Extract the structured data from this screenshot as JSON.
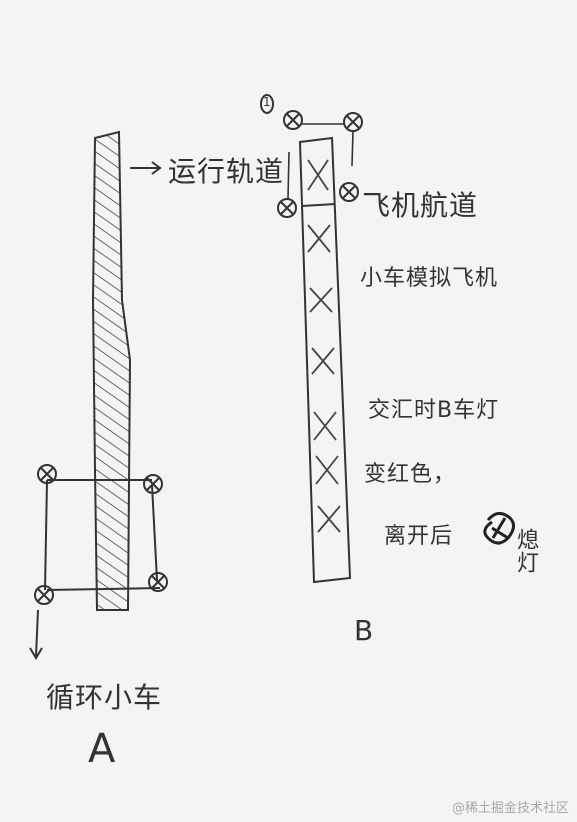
{
  "labels": {
    "track": "运行轨道",
    "flight_path": "飞机航道",
    "small_car_plane": "小车模拟飞机",
    "intersect_rule_1": "交汇时B车灯",
    "intersect_rule_2": "变红色，",
    "intersect_rule_3": "离开后",
    "intersect_rule_4": "熄灯",
    "loop_car": "循环小车",
    "label_a": "A",
    "label_b": "B",
    "marker_i": "1"
  },
  "watermark": "@稀土掘金技术社区",
  "colors": {
    "paper": "#f4f4f2",
    "ink": "#333333"
  }
}
